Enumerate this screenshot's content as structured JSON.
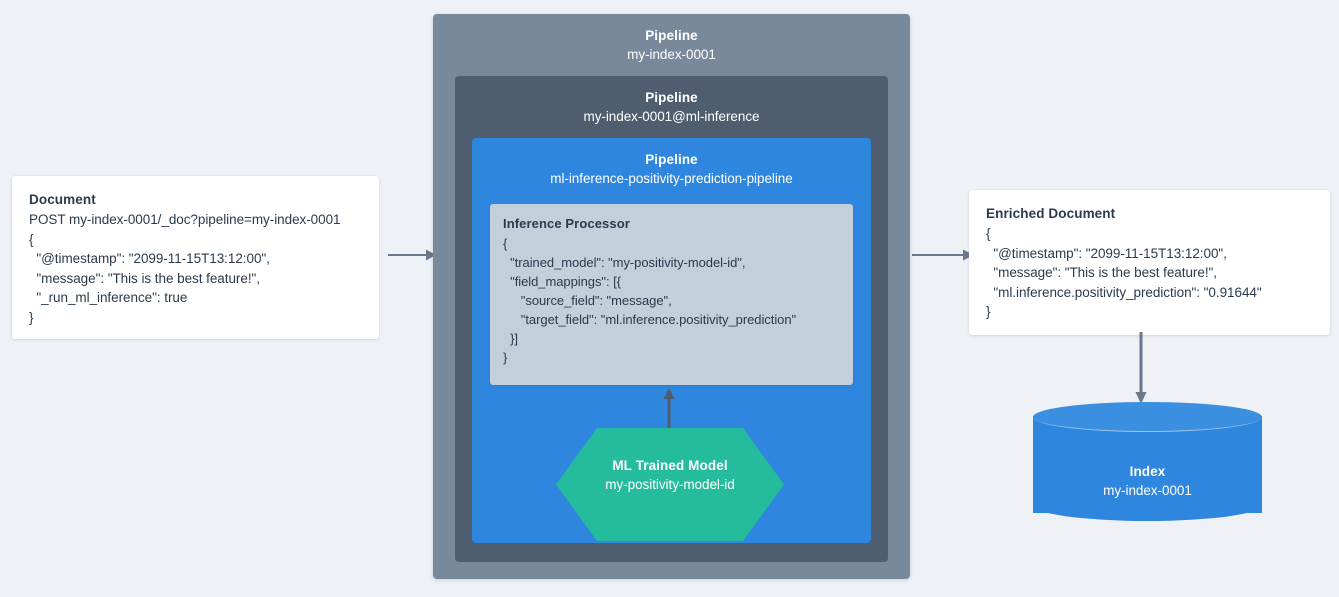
{
  "background_color": "#eef1f5",
  "colors": {
    "pipeline_outer": "#78899b",
    "pipeline_middle": "#4e5e6e",
    "pipeline_inner": "#2e86de",
    "processor": "#c3cfd9",
    "model_hexagon": "#25bc9d",
    "index_cylinder": "#2e86de",
    "arrow": "#69788a",
    "text_dark": "#2a3b4d",
    "card_background": "#ffffff"
  },
  "input_document": {
    "title": "Document",
    "lines": [
      "POST my-index-0001/_doc?pipeline=my-index-0001",
      "{",
      "  \"@timestamp\": \"2099-11-15T13:12:00\",",
      "  \"message\": \"This is the best feature!\",",
      "  \"_run_ml_inference\": true",
      "}"
    ]
  },
  "pipelines": {
    "outer": {
      "label": "Pipeline",
      "value": "my-index-0001"
    },
    "middle": {
      "label": "Pipeline",
      "value": "my-index-0001@ml-inference"
    },
    "inner": {
      "label": "Pipeline",
      "value": "ml-inference-positivity-prediction-pipeline"
    }
  },
  "processor": {
    "title": "Inference Processor",
    "lines": [
      "{",
      "  \"trained_model\": \"my-positivity-model-id\",",
      "  \"field_mappings\": [{",
      "     \"source_field\": \"message\",",
      "     \"target_field\": \"ml.inference.positivity_prediction\"",
      "  }]",
      "}"
    ]
  },
  "trained_model": {
    "title": "ML Trained Model",
    "value": "my-positivity-model-id"
  },
  "output_document": {
    "title": "Enriched Document",
    "lines": [
      "{",
      "  \"@timestamp\": \"2099-11-15T13:12:00\",",
      "  \"message\": \"This is the best feature!\",",
      "  \"ml.inference.positivity_prediction\": \"0.91644\"",
      "}"
    ]
  },
  "index": {
    "title": "Index",
    "value": "my-index-0001"
  }
}
